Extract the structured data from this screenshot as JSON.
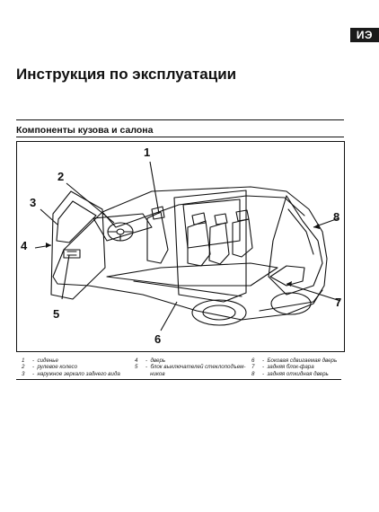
{
  "header": {
    "badge": "ИЭ",
    "title": "Инструкция по эксплуатации"
  },
  "section": {
    "title": "Компоненты кузова и салона"
  },
  "figure": {
    "callouts": [
      "1",
      "2",
      "3",
      "4",
      "5",
      "6",
      "7",
      "8"
    ]
  },
  "legend": {
    "col1": [
      {
        "num": "1",
        "text": "-  сиденье"
      },
      {
        "num": "2",
        "text": "-  рулевое колесо"
      },
      {
        "num": "3",
        "text": "-  наружное зеркало заднего вида"
      }
    ],
    "col2": [
      {
        "num": "4",
        "text": "-  дверь"
      },
      {
        "num": "5",
        "text": "-  блок выключателей стеклоподъем-"
      },
      {
        "num": "",
        "text": "   ников"
      }
    ],
    "col3": [
      {
        "num": "6",
        "text": "-  Боковая сдвигаемая дверь"
      },
      {
        "num": "7",
        "text": "-  задняя блок-фара"
      },
      {
        "num": "8",
        "text": "-  задняя откидная дверь"
      }
    ]
  }
}
